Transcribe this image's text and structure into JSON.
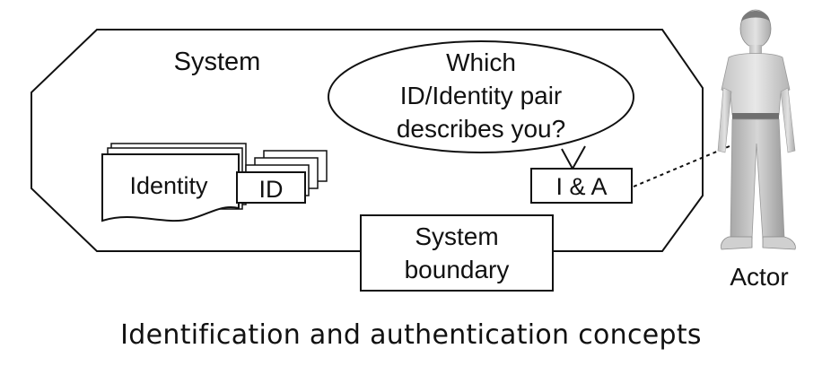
{
  "diagram": {
    "system_label": "System",
    "speech_bubble": {
      "line1": "Which",
      "line2": "ID/Identity pair",
      "line3": "describes you?"
    },
    "identity_label": "Identity",
    "id_label": "ID",
    "ia_label": "I & A",
    "boundary_label": {
      "line1": "System",
      "line2": "boundary"
    },
    "actor_label": "Actor"
  },
  "caption": "Identification and authentication concepts"
}
